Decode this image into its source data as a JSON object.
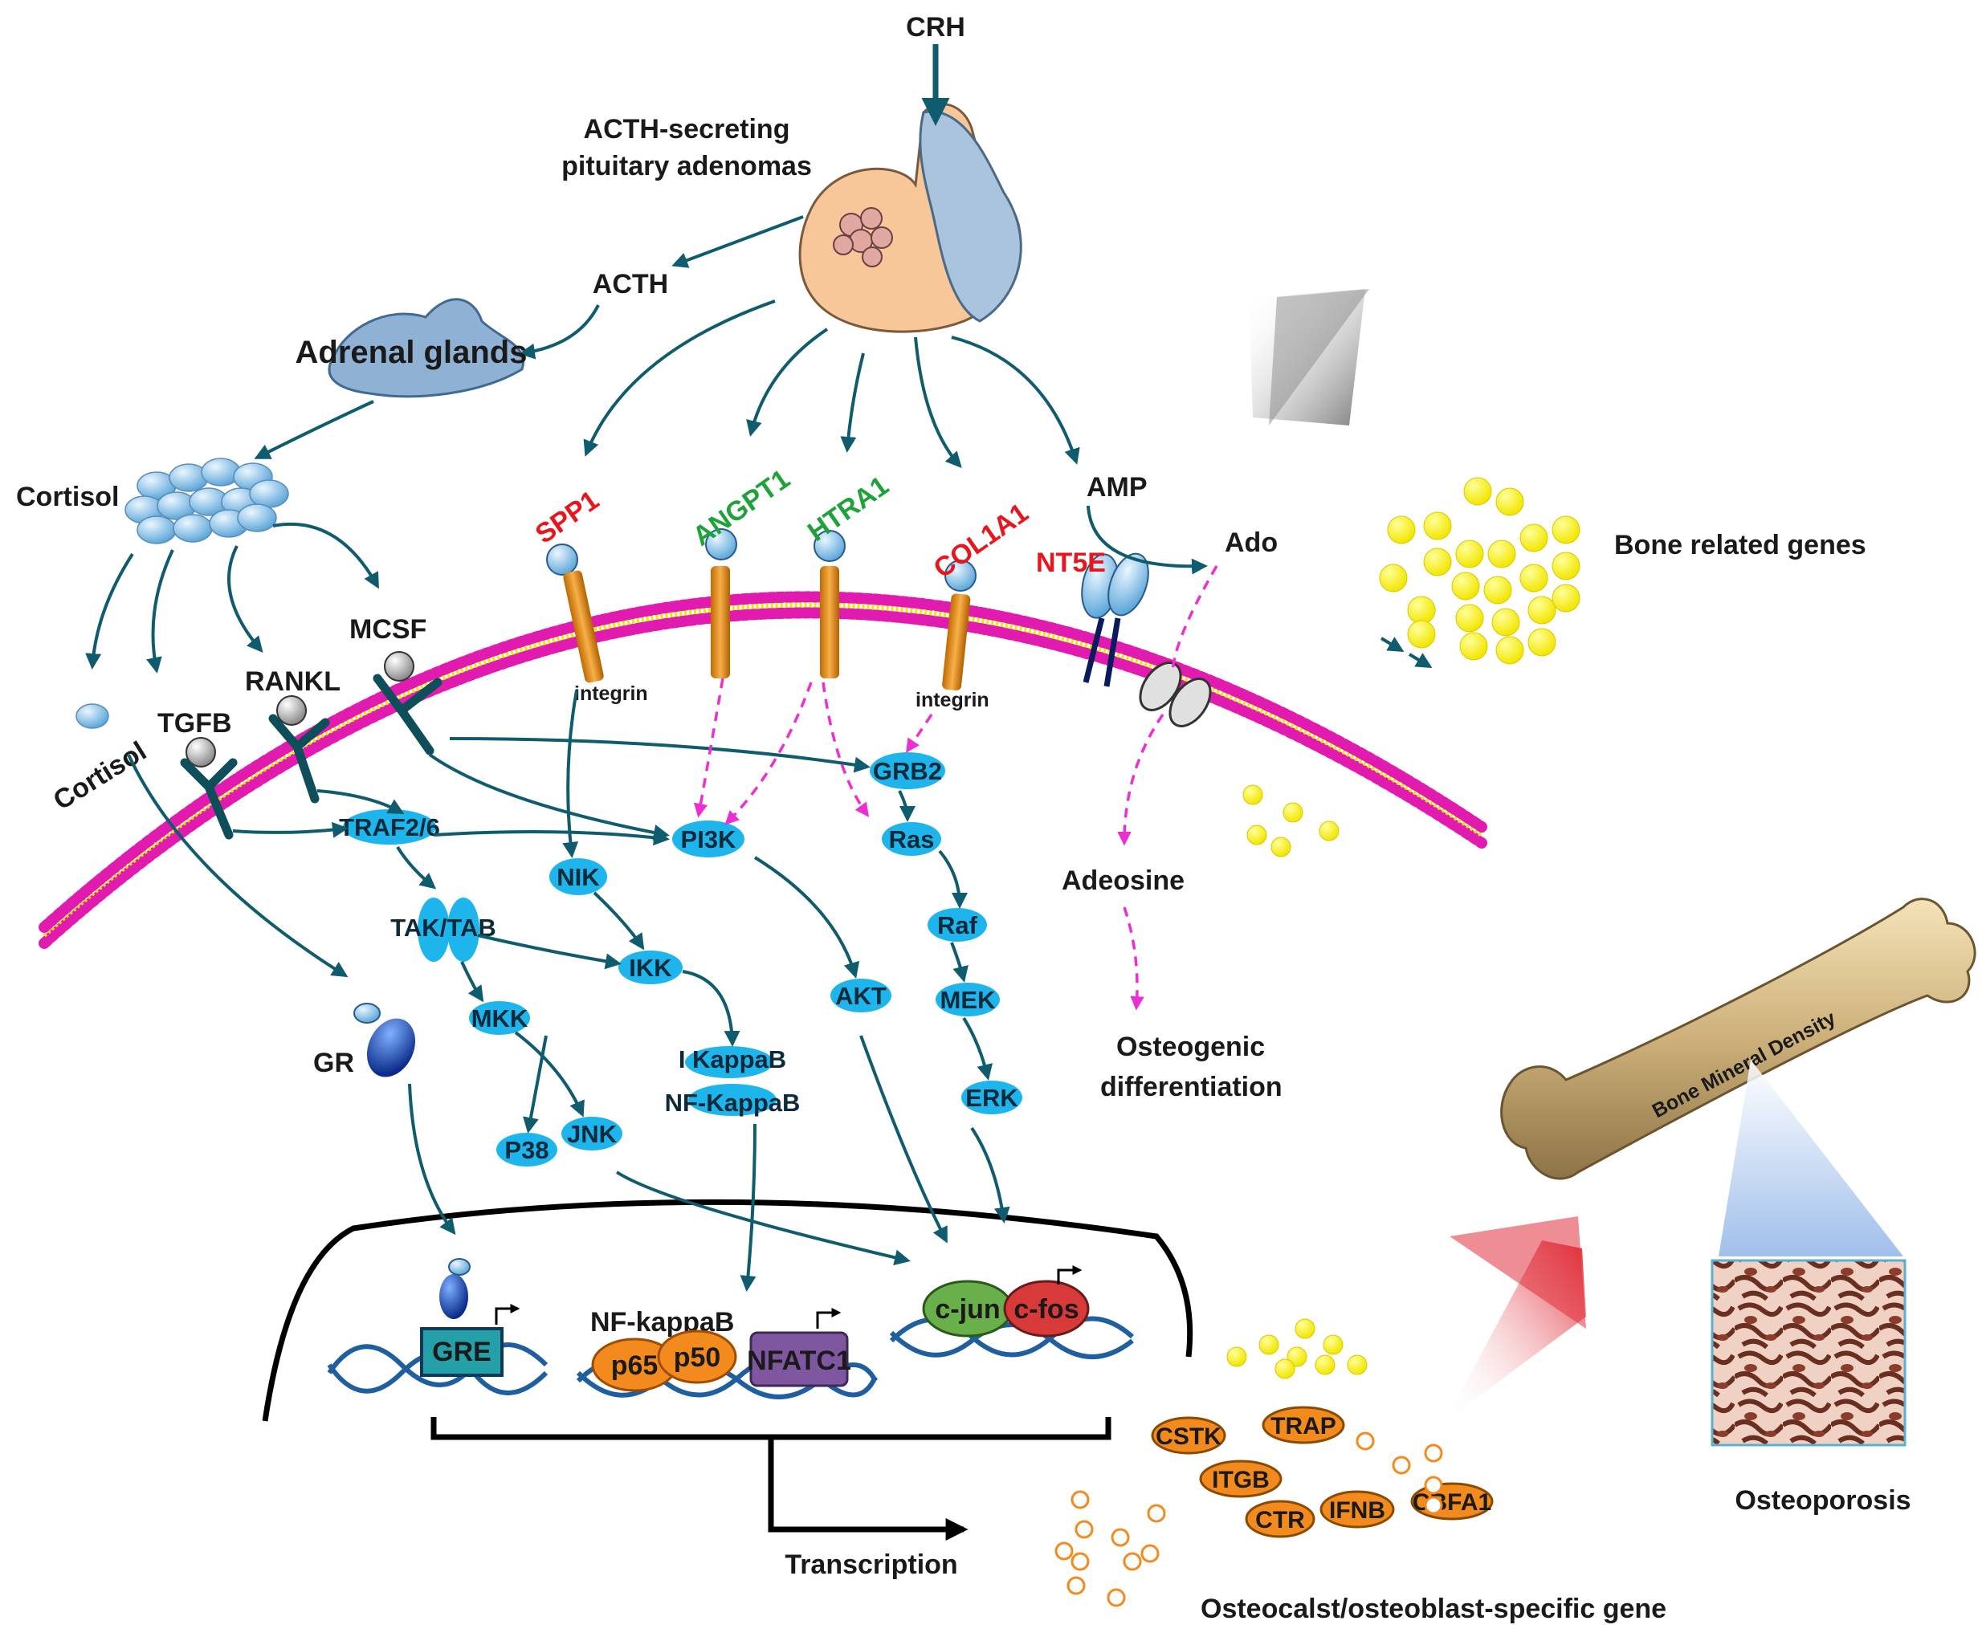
{
  "pituitary": {
    "hormone_in": "CRH",
    "adenoma_label_line1": "ACTH-secreting",
    "adenoma_label_line2": "pituitary adenomas"
  },
  "adrenal": {
    "acth": "ACTH",
    "glands": "Adrenal glands",
    "cortisol_top": "Cortisol",
    "cortisol_cell": "Cortisol"
  },
  "ligands": {
    "tgfb": "TGFB",
    "rankl": "RANKL",
    "mcsf": "MCSF"
  },
  "membrane_genes": {
    "spp1": "SPP1",
    "angpt1": "ANGPT1",
    "htra1": "HTRA1",
    "col1a1": "COL1A1",
    "nt5e": "NT5E",
    "integrin_1": "integrin",
    "integrin_2": "integrin",
    "amp": "AMP",
    "ado": "Ado",
    "adeosine": "Adeosine",
    "osteogenic_line1": "Osteogenic",
    "osteogenic_line2": "differentiation"
  },
  "signaling": {
    "traf": "TRAF2/6",
    "tak": "TAK/TAB",
    "mkk": "MKK",
    "p38": "P38",
    "jnk": "JNK",
    "nik": "NIK",
    "ikk": "IKK",
    "ikappab": "I KappaB",
    "nfkappab": "NF-KappaB",
    "pi3k": "PI3K",
    "akt": "AKT",
    "grb2": "GRB2",
    "ras": "Ras",
    "raf": "Raf",
    "mek": "MEK",
    "erk": "ERK",
    "gr": "GR"
  },
  "nucleus": {
    "gre": "GRE",
    "nfkappab_label": "NF-kappaB",
    "p65": "p65",
    "p50": "p50",
    "nfatc1": "NFATC1",
    "cjun": "c-jun",
    "cfos": "c-fos",
    "transcription": "Transcription"
  },
  "bone": {
    "bone_related_genes": "Bone related genes",
    "bmd": "Bone Mineral Density",
    "osteoporosis": "Osteoporosis",
    "specific_gene_label": "Osteocalst/osteoblast-specific gene",
    "genes": [
      "CSTK",
      "TRAP",
      "ITGB",
      "CTR",
      "IFNB",
      "CBFA1"
    ]
  },
  "colors": {
    "arrow": "#0f5c6e",
    "dashed_arrow": "#ec2fd0",
    "node_fill": "#1eb4ec",
    "highlight_red": "#e8161c",
    "highlight_green": "#1fa23a",
    "membrane_pink": "#e11ab0",
    "membrane_yellow": "#f2e600",
    "gene_orange": "#f28a1e"
  }
}
